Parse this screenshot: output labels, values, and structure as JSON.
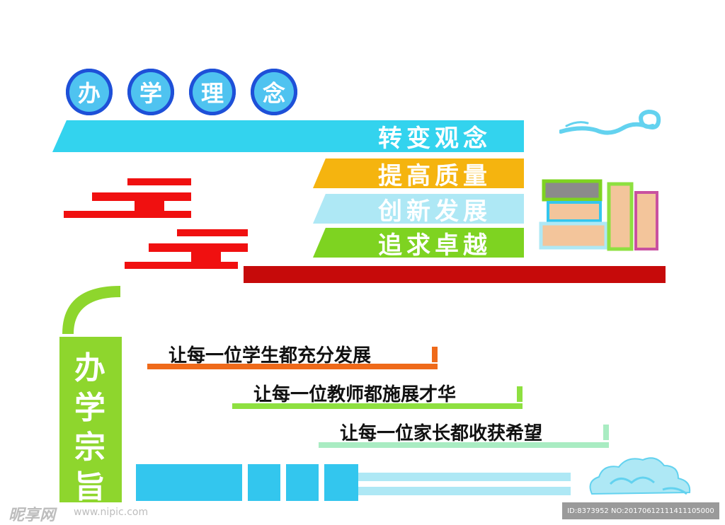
{
  "title": {
    "chars": [
      "办",
      "学",
      "理",
      "念"
    ]
  },
  "concepts": [
    {
      "label": "转变观念",
      "color": "#33d3ee"
    },
    {
      "label": "提高质量",
      "color": "#f5b40f"
    },
    {
      "label": "创新发展",
      "color": "#aee8f5"
    },
    {
      "label": "追求卓越",
      "color": "#7ed321"
    }
  ],
  "purpose": {
    "chars": [
      "办",
      "学",
      "宗",
      "旨"
    ],
    "color": "#8ed62d"
  },
  "mottos": [
    {
      "text": "让每一位学生都充分发展",
      "color": "#ef6a1a"
    },
    {
      "text": "让每一位教师都施展才华",
      "color": "#8ee040"
    },
    {
      "text": "让每一位家长都收获希望",
      "color": "#a9ecc2"
    }
  ],
  "colors": {
    "red": "#f01010",
    "dark_red": "#c60a0a",
    "blue": "#1e50d8",
    "sky": "#4fc3f0",
    "cyan": "#33c6ee"
  },
  "watermark": {
    "logo": "昵享网",
    "site": "www.nipic.com",
    "id": "ID:8373952 NO:20170612111411105000"
  },
  "icons": [
    "cloud-icon",
    "books-icon"
  ]
}
